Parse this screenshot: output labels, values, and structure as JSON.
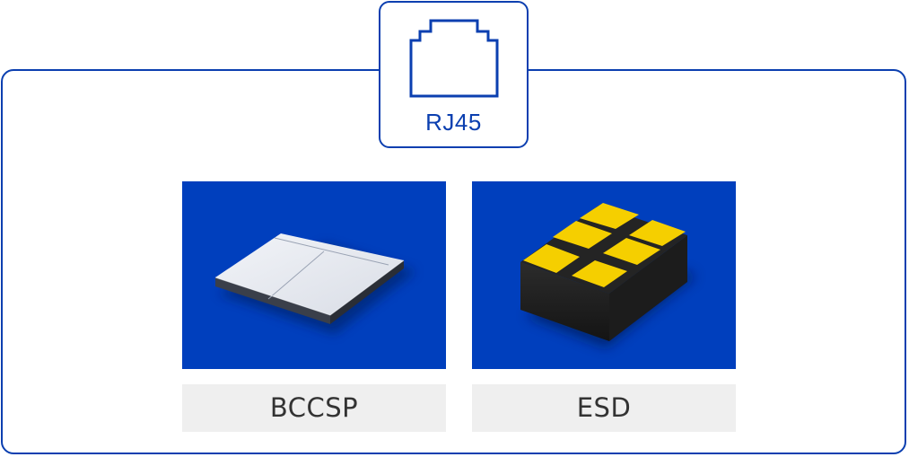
{
  "connector": {
    "label": "RJ45",
    "icon": "ethernet-port-icon"
  },
  "cards": [
    {
      "label": "BCCSP",
      "image": "bccsp-chip-image"
    },
    {
      "label": "ESD",
      "image": "esd-chip-image"
    }
  ],
  "colors": {
    "brand_blue": "#0b3fb0",
    "card_bg": "#003fbd",
    "label_bg": "#efefef",
    "pad_yellow": "#f5cf00"
  }
}
